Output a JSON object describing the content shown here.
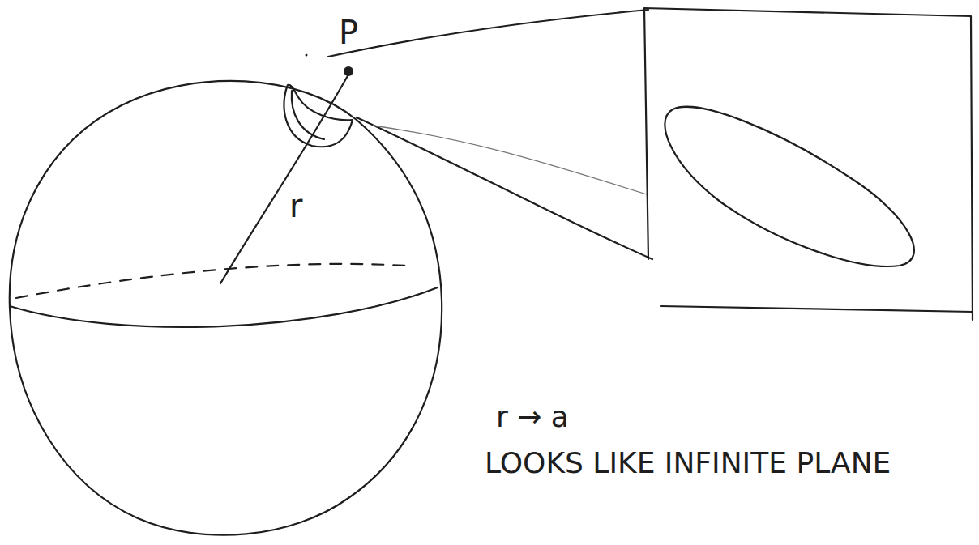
{
  "diagram": {
    "labels": [
      "P",
      "r",
      "r → a",
      "LOOKS LIKE INFINITE PLANE"
    ]
  }
}
